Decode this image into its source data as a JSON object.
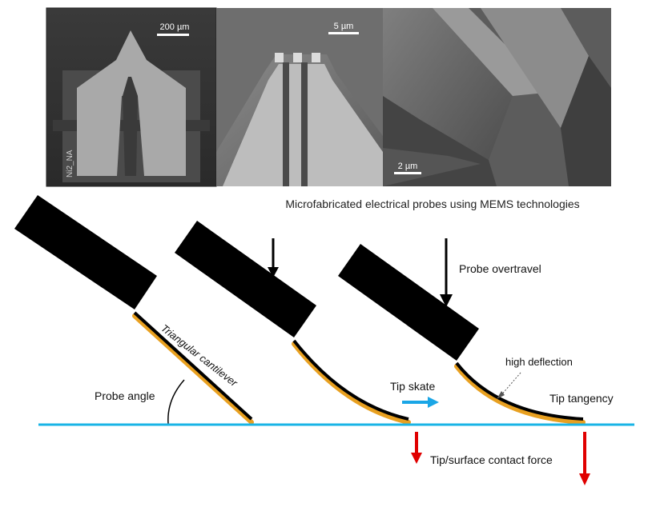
{
  "micrographs": {
    "panel1": {
      "scale_label": "200 µm",
      "sample_label": "Ni2_NA"
    },
    "panel2": {
      "scale_label": "5 µm"
    },
    "panel3": {
      "scale_label": "2 µm"
    }
  },
  "caption": "Microfabricated electrical probes using MEMS technologies",
  "labels": {
    "triangular_cantilever": "Triangular cantilever",
    "probe_angle": "Probe angle",
    "tip_skate": "Tip skate",
    "probe_overtravel": "Probe overtravel",
    "high_deflection": "high deflection",
    "tip_tangency": "Tip tangency",
    "contact_force": "Tip/surface contact force"
  },
  "colors": {
    "surface": "#19b4e6",
    "force_arrow": "#e00000",
    "skate_arrow": "#1aa6e6",
    "probe": "#000000",
    "cantilever_edge": "#e8a020"
  }
}
